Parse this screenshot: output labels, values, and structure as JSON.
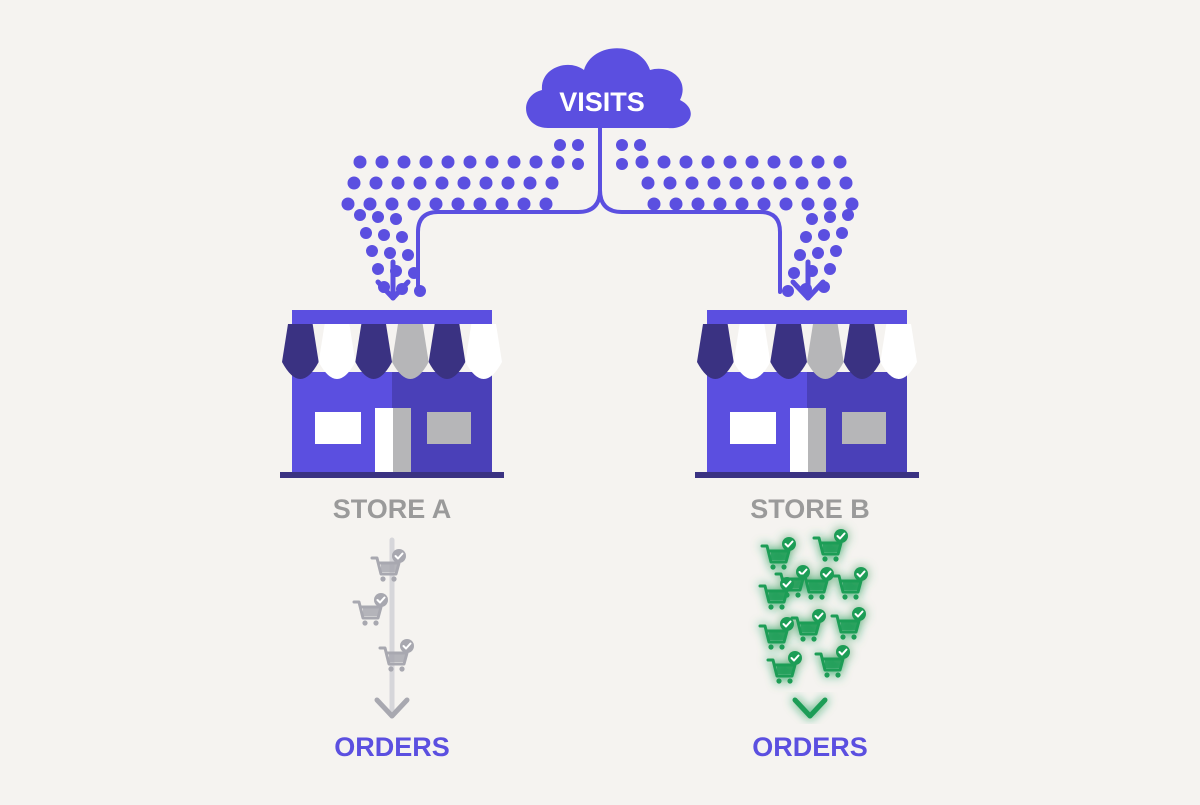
{
  "source": {
    "label": "VISITS",
    "color": "#5b4fe0"
  },
  "stores": [
    {
      "label": "STORE A",
      "label_color": "#9a9a9a",
      "output_label": "ORDERS",
      "order_carts": 3,
      "order_color": "#a8a8b0"
    },
    {
      "label": "STORE B",
      "label_color": "#9a9a9a",
      "output_label": "ORDERS",
      "order_carts": 11,
      "order_color": "#1f9d57"
    }
  ],
  "colors": {
    "visits": "#5b4fe0",
    "awning_dark": "#3a3282",
    "building": "#5b4fe0",
    "building_shade": "#4a40b8",
    "store_gray": "#b6b6b8",
    "orders_label": "#5b4fe0",
    "success": "#1f9d57",
    "muted": "#a8a8b0"
  },
  "icons": [
    "cloud-icon",
    "store-icon",
    "shopping-cart-check-icon",
    "arrow-down-icon"
  ]
}
